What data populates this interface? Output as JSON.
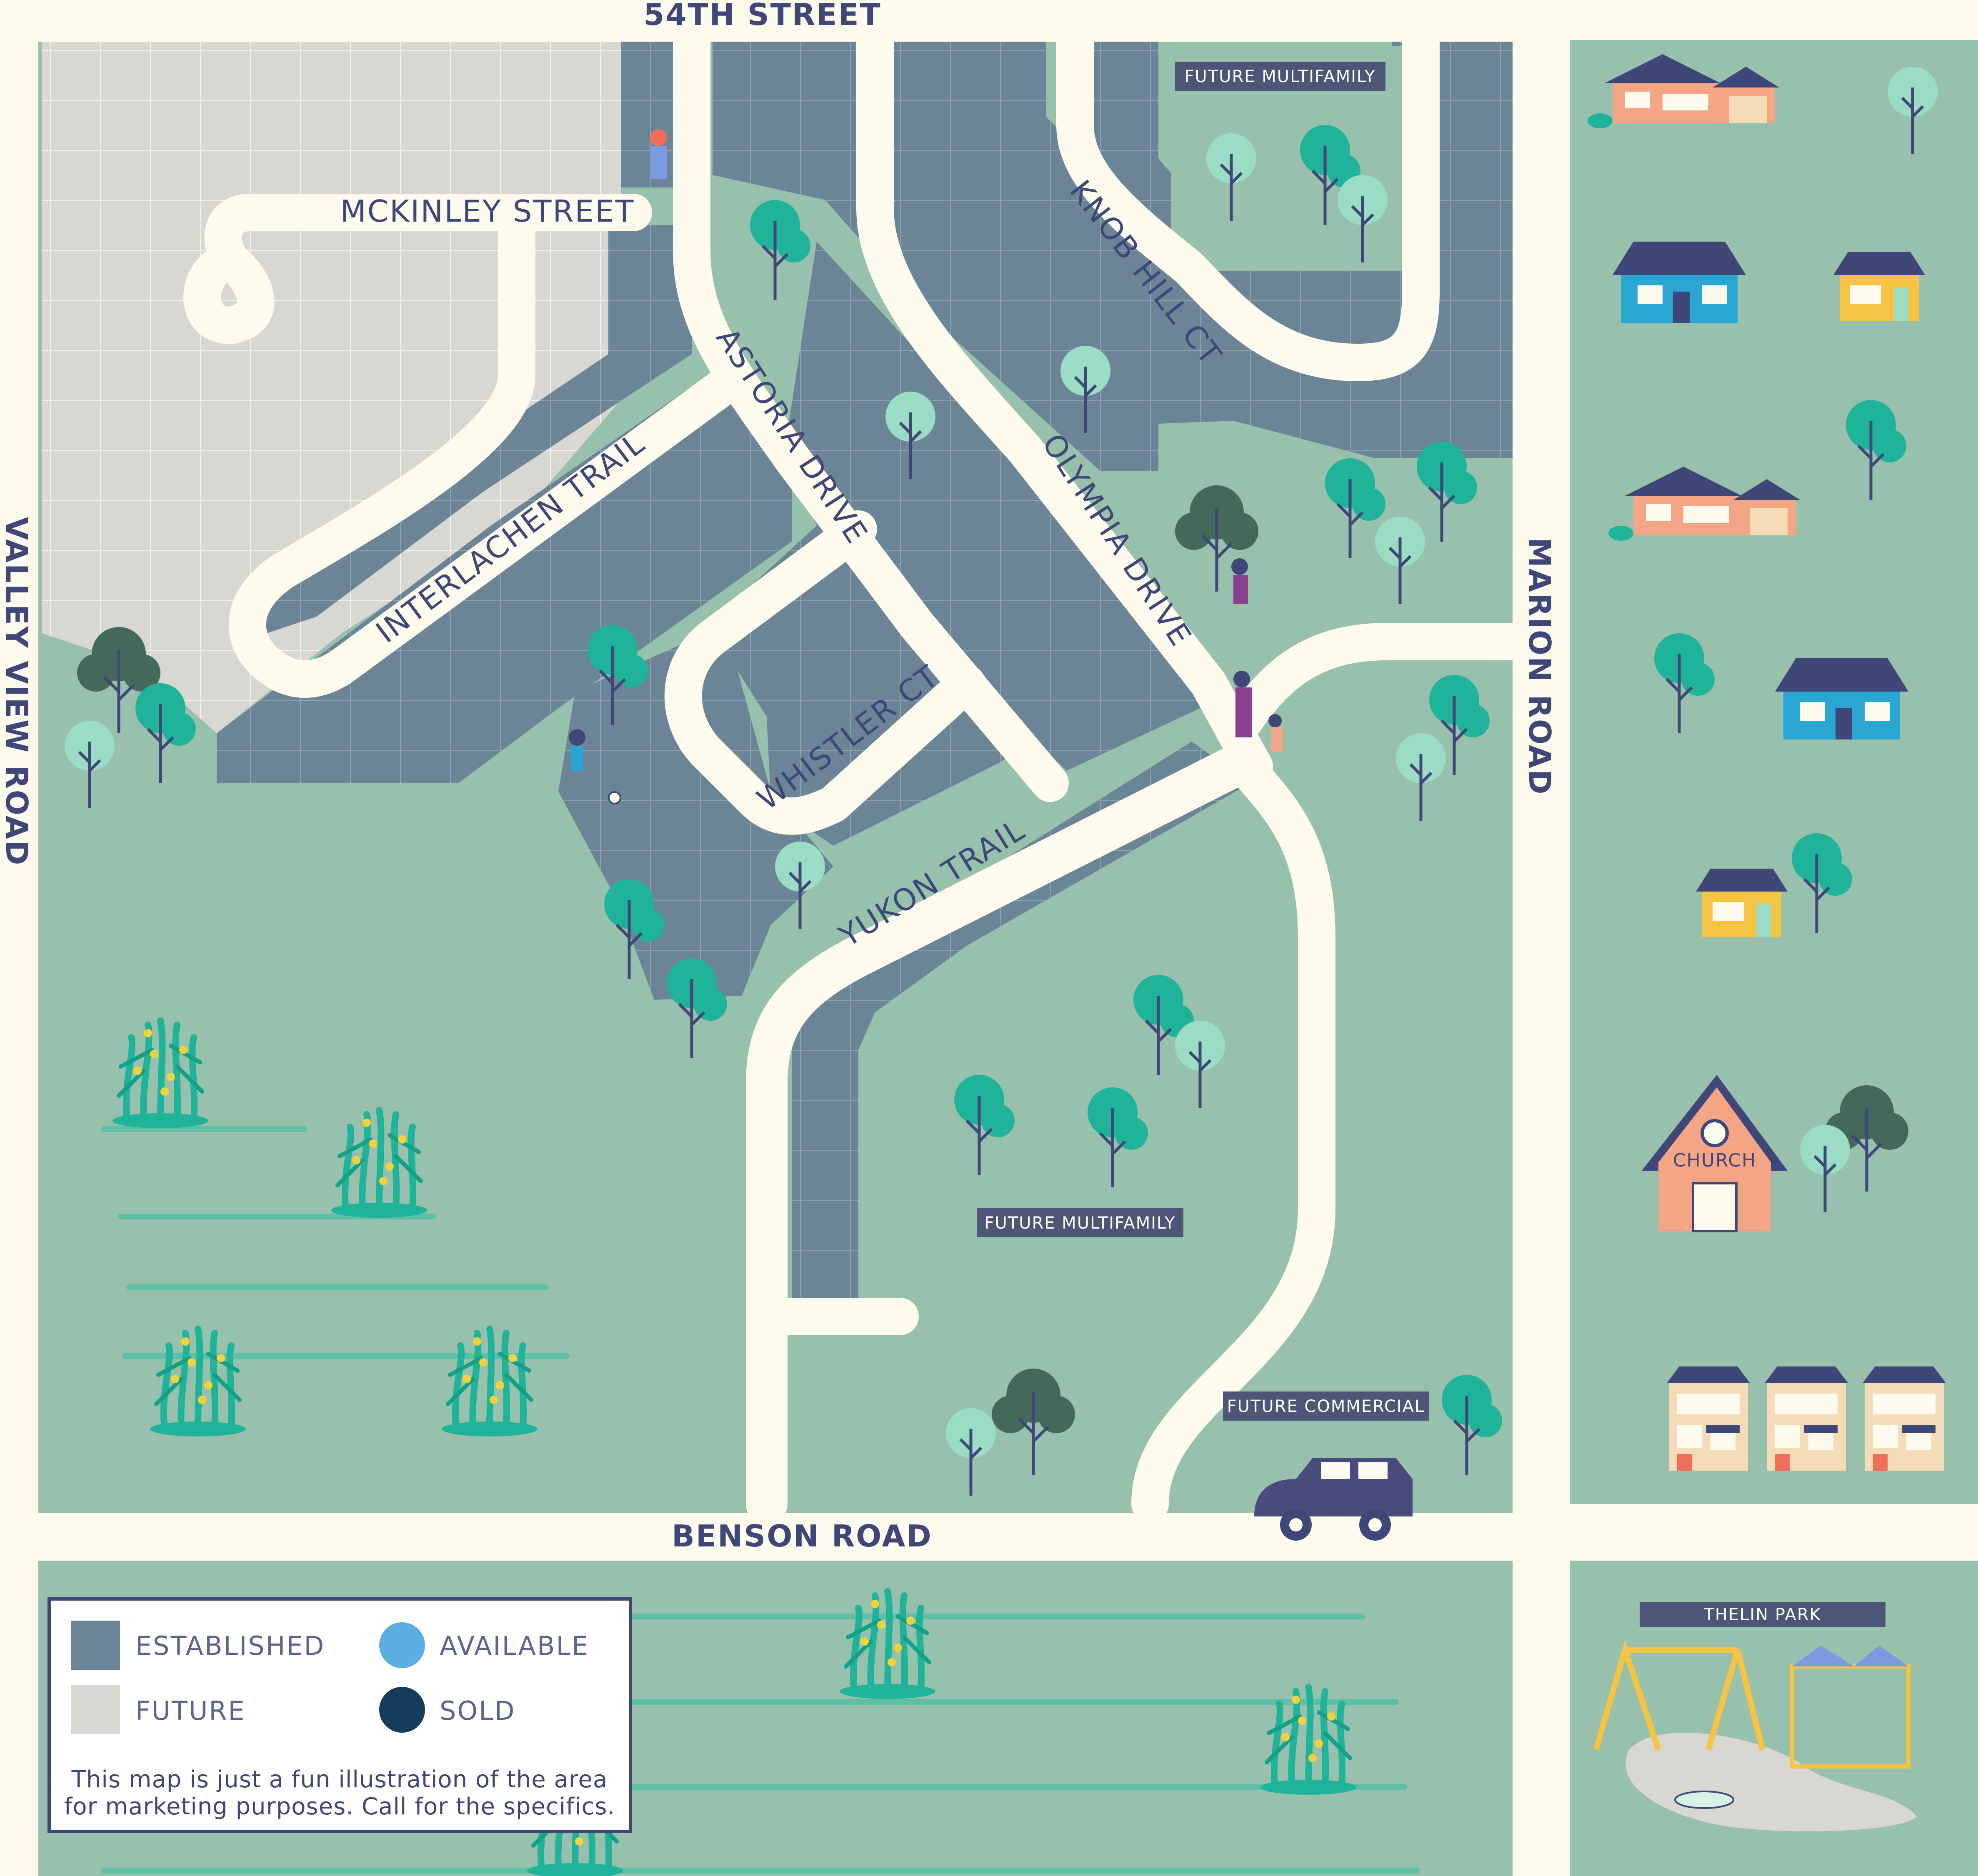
{
  "map": {
    "roads": {
      "north": "54TH STREET",
      "south": "BENSON ROAD",
      "west": "VALLEY VIEW ROAD",
      "east": "MARION ROAD"
    },
    "streets": {
      "mckinley": "MCKINLEY STREET",
      "interlachen": "INTERLACHEN TRAIL",
      "astoria": "ASTORIA DRIVE",
      "whistler": "WHISTLER CT",
      "olympia": "OLYMPIA DRIVE",
      "knob_hill": "KNOB HILL CT",
      "yukon": "YUKON TRAIL"
    },
    "tags": {
      "future_multifamily_north": "FUTURE MULTIFAMILY",
      "future_multifamily_south": "FUTURE MULTIFAMILY",
      "future_commercial": "FUTURE COMMERCIAL",
      "park": "THELIN PARK"
    },
    "church": "CHURCH"
  },
  "legend": {
    "items": [
      {
        "label": "ESTABLISHED",
        "color": "#6b8596",
        "shape": "square"
      },
      {
        "label": "AVAILABLE",
        "color": "#5aafe0",
        "shape": "circle"
      },
      {
        "label": "FUTURE",
        "color": "#d8d7d2",
        "shape": "square"
      },
      {
        "label": "SOLD",
        "color": "#143b5a",
        "shape": "circle"
      }
    ],
    "note_line1": "This map is just a fun illustration of the area",
    "note_line2": "for marketing purposes. Call for the specifics."
  },
  "colors": {
    "grass": "#97c1ac",
    "road": "#fdfbee",
    "established": "#6b8596",
    "future": "#d8d7d2",
    "tag": "#4e5677",
    "tree_dark": "#44685a",
    "tree_teal": "#1fb39a",
    "tree_light": "#9adcc4",
    "car": "#494b7d"
  }
}
